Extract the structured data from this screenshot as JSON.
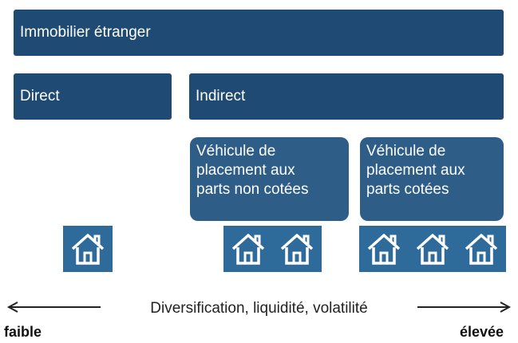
{
  "top_box": {
    "label": "Immobilier étranger"
  },
  "direct_box": {
    "label": "Direct"
  },
  "indirect_box": {
    "label": "Indirect"
  },
  "vehicles": [
    {
      "label": "Véhicule de\nplacement aux\nparts non cotées"
    },
    {
      "label": "Véhicule de\nplacement aux\nparts cotées"
    }
  ],
  "house_groups": {
    "direct": 1,
    "non_listed": 2,
    "listed": 3
  },
  "axis": {
    "label": "Diversification, liquidité, volatilité",
    "low": "faible",
    "high": "élevée"
  },
  "colors": {
    "dark_box": "#1f4a73",
    "vehicle_box": "#2e5d87",
    "house_tile": "#2e6a9a"
  }
}
